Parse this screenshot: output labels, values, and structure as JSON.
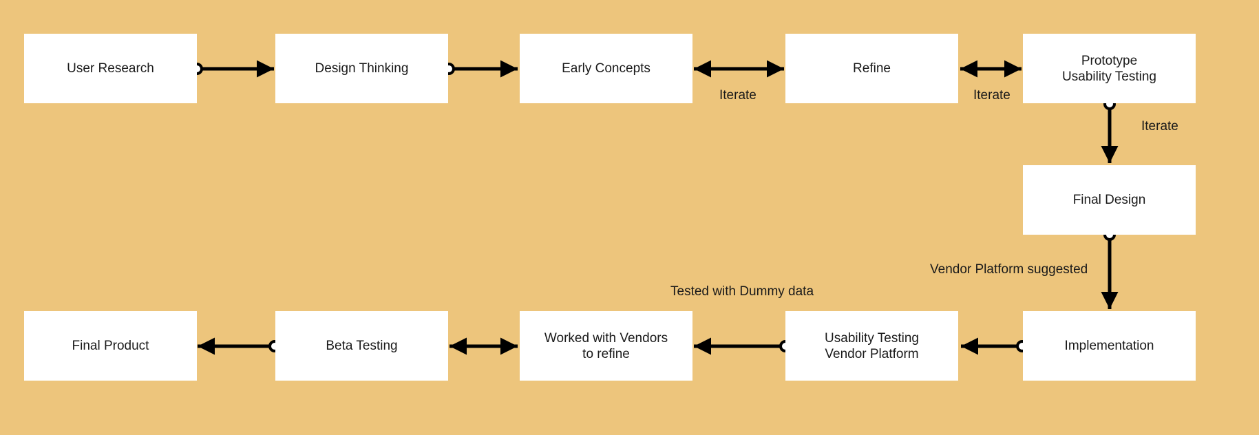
{
  "colors": {
    "background": "#EDC57C",
    "box": "#FFFFFF",
    "stroke": "#000000"
  },
  "nodes": {
    "user_research": {
      "line1": "User Research"
    },
    "design_thinking": {
      "line1": "Design Thinking"
    },
    "early_concepts": {
      "line1": "Early Concepts"
    },
    "refine": {
      "line1": "Refine"
    },
    "prototype": {
      "line1": "Prototype",
      "line2": "Usability Testing"
    },
    "final_design": {
      "line1": "Final Design"
    },
    "implementation": {
      "line1": "Implementation"
    },
    "usability_vendor": {
      "line1": "Usability Testing",
      "line2": "Vendor Platform"
    },
    "worked_vendors": {
      "line1": "Worked with Vendors",
      "line2": "to refine"
    },
    "beta_testing": {
      "line1": "Beta Testing"
    },
    "final_product": {
      "line1": "Final Product"
    }
  },
  "edge_labels": {
    "iterate_1": "Iterate",
    "iterate_2": "Iterate",
    "iterate_3": "Iterate",
    "vendor_suggested": "Vendor Platform suggested",
    "dummy_data": "Tested with Dummy data"
  }
}
